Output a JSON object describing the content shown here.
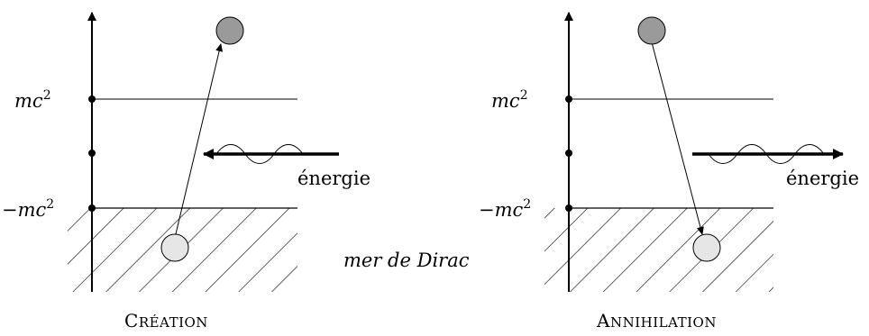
{
  "diagram": {
    "title_left": "Création",
    "title_right": "Annihilation",
    "center_label": "mer de Dirac",
    "energy_label": "énergie",
    "level_upper": "mc²",
    "level_lower": "−mc²",
    "colors": {
      "ink": "#000000",
      "particle_fill": "#9a9a9a",
      "hole_fill": "#e6e6e6"
    }
  }
}
